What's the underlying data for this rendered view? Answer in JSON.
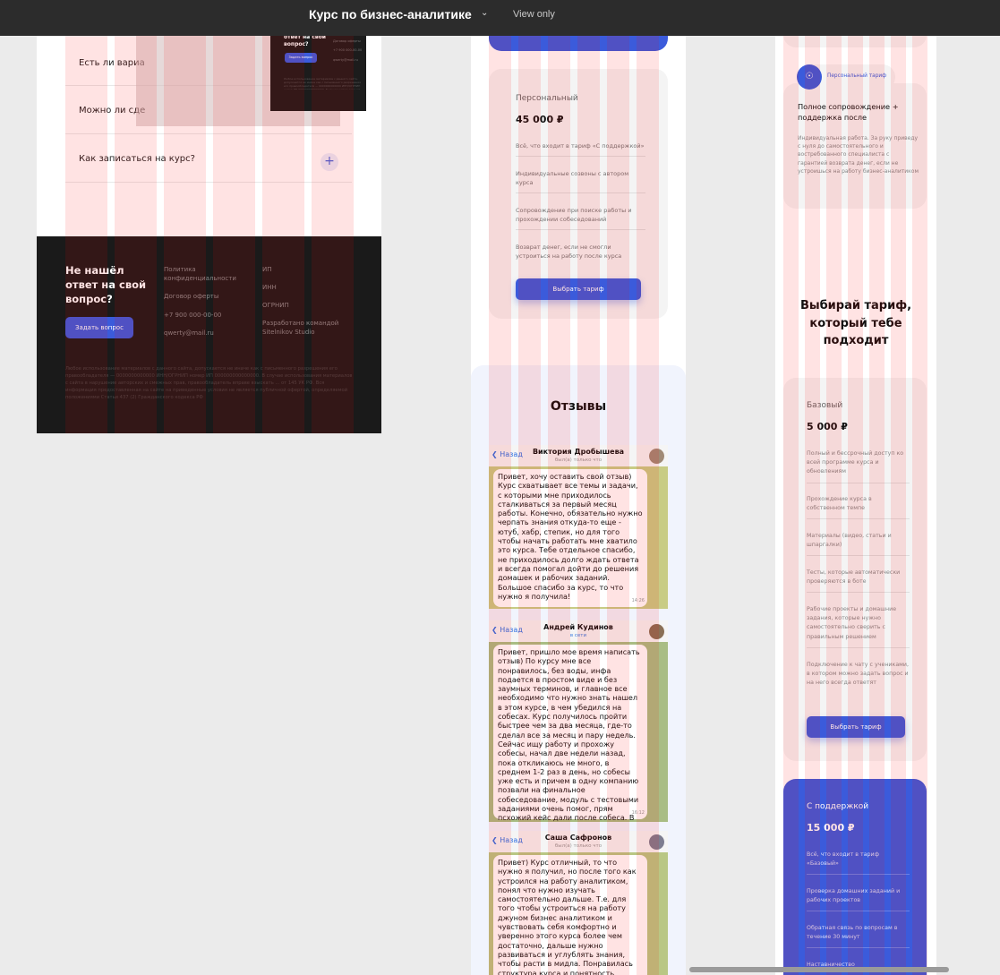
{
  "header": {
    "title": "Курс по бизнес-аналитике",
    "view_mode": "View only"
  },
  "faq": {
    "items": [
      "Есть ли вариа",
      "Можно ли сде",
      "Как записаться на курс?"
    ],
    "plus": "+"
  },
  "mini_preview": {
    "title": "ответ на свой вопрос?",
    "button": "Задать вопрос",
    "links": [
      "Договор оферты",
      "+7 900 000-00-00",
      "qwerty@mail.ru"
    ]
  },
  "footer": {
    "title": "Не нашёл ответ на свой вопрос?",
    "button": "Задать вопрос",
    "links_col1": [
      "Политика конфиденциальности",
      "Договор оферты",
      "+7 900 000-00-00",
      "qwerty@mail.ru"
    ],
    "links_col2": [
      "ИП",
      "ИНН",
      "ОГРНИП",
      "Разработано командой Sitelnikov Studio"
    ],
    "legal": "Любое использование материалов с данного сайта, допускается не иначе как с письменного разрешения его правообладателя — 0000000000000 ИНН/ОГРНИП номер ИП 000000000000000. В случае использования материалов с сайта в нарушение авторских и смежных прав, правообладатель вправе взыскать ... от 145 УК РФ. Вся информация предоставленная на сайте на приведенные условия не является публичной офертой, определяемой положениями Статьи 437 (2) Гражданского кодекса РФ"
  },
  "plan_personal": {
    "name": "Персональный",
    "price": "45 000 ₽",
    "features": [
      "Всё, что входит в тариф «С поддержкой»",
      "Индивидуальные созвоны с автором курса",
      "Сопровождение при поиске работы и прохождении собеседований",
      "Возврат денег, если не смогли устроиться на работу после курса"
    ],
    "button": "Выбрать тариф"
  },
  "reviews": {
    "title": "Отзывы",
    "back_label": "Назад",
    "items": [
      {
        "name": "Виктория Дробышева",
        "status": "был(а) только что",
        "text": "Привет, хочу оставить свой отзыв) Курс схватывает все темы и задачи, с которыми мне приходилось сталкиваться за первый месяц работы. Конечно, обязательно нужно черпать знания откуда-то еще - ютуб, хабр, степик, но для того чтобы начать работать мне хватило это курса. Тебе отдельное спасибо, не приходилось долго ждать ответа и всегда помогал дойти до решения домашек и рабочих заданий. Большое спасибо за курс, то что нужно я получила!",
        "time": "14:26"
      },
      {
        "name": "Андрей Кудинов",
        "status": "в сети",
        "text": "Привет, пришло мое время написать отзыв) По курсу мне все понравилось, без воды, инфа подается в простом виде и без заумных терминов, и главное все необходимо что нужно знать нашел в этом курсе, в чем убедился на собесах. Курс получилось пройти быстрее чем за два месяца, где-то сделал все за месяц и пару недель. Сейчас ищу работу и прохожу собесы, начал две недели назад, пока откликаюсь не много, в среднем 1-2 раз в день, но собесы уже есть и причем в одну компанию позвали на финальное собеседование, модуль с тестовыми заданиями очень помог, прям псхожий кейс дали после собеса. В общем, спасибо, курс очень помог.",
        "time": "16:12"
      },
      {
        "name": "Саша Сафронов",
        "status": "был(а) только что",
        "text": "Привет) Курс отличный, то что нужно я получил, но после того как устроился на работу аналитиком, понял что нужно изучать самостоятельно дальше. Т.е. для того чтобы устроиться на работу джуном бизнес аналитиком и чувствовать себя комфортно и уверенно этого курса более чем достаточно, дальше нужно развиваться и углублять знания, чтобы расти в мидла. Понравилась структура курса и понятность материала, правда пару раз были затыки с sql, но куратор",
        "time": ""
      }
    ]
  },
  "plan_full": {
    "badge": "Персональный тариф",
    "title": "Полное сопровождение + поддержка после",
    "description": "Индивидуальная работа. За руку приведу с нуля до самостоятельного и востребованного специалиста с гарантией возврата денег, если не устроишься на работу бизнес-аналитиком"
  },
  "choose": {
    "title": "Выбирай тариф, который тебе подходит"
  },
  "plan_basic": {
    "name": "Базовый",
    "price": "5 000 ₽",
    "features": [
      "Полный и бессрочный доступ ко всей программе курса и обновлениям",
      "Прохождение курса в собственном темпе",
      "Материалы (видео, статьи и шпаргалки)",
      "Тесты, которые автоматически проверяются в боте",
      "Рабочие проекты и домашние задания, которые нужно самостоятельно сверить с правильным решением",
      "Подключение к чату с учениками, в котором можно задать вопрос и на него всегда ответят"
    ],
    "button": "Выбрать тариф"
  },
  "plan_support": {
    "name": "С поддержкой",
    "price": "15 000 ₽",
    "features": [
      "Всё, что входит в тариф «Базовый»",
      "Проверка домашних заданий и рабочих проектов",
      "Обратная связь по вопросам в течение 30 минут",
      "Наставничество"
    ]
  },
  "colors": {
    "accent": "#3b5bdb",
    "dark": "#1a1a1a",
    "topbar": "#2c2c2c",
    "grid_overlay": "#ff0000"
  }
}
